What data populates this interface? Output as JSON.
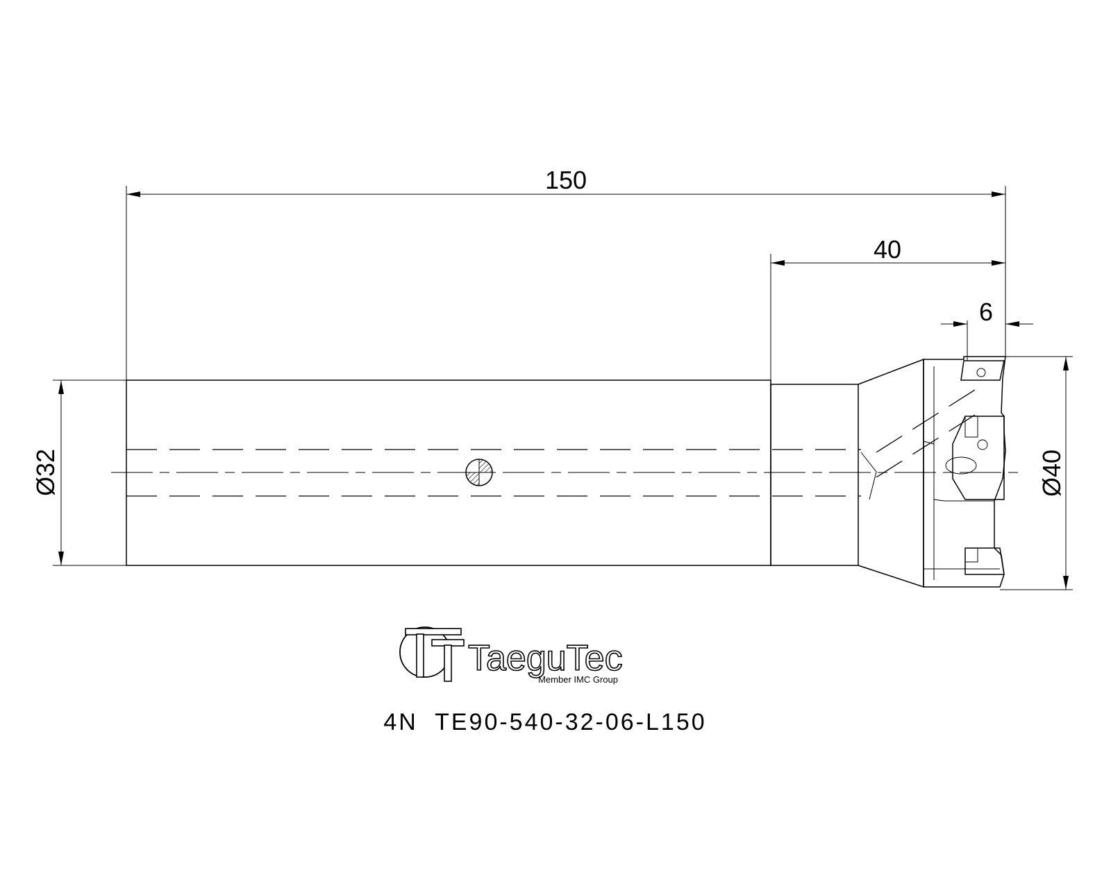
{
  "dimensions": {
    "overall_length": "150",
    "head_length": "40",
    "insert_offset": "6",
    "shank_diameter": "Ø32",
    "cutting_diameter": "Ø40"
  },
  "logo": {
    "brand": "TaeguTec",
    "tagline": "Member IMC Group"
  },
  "part_number": "4N  TE90-540-32-06-L150"
}
